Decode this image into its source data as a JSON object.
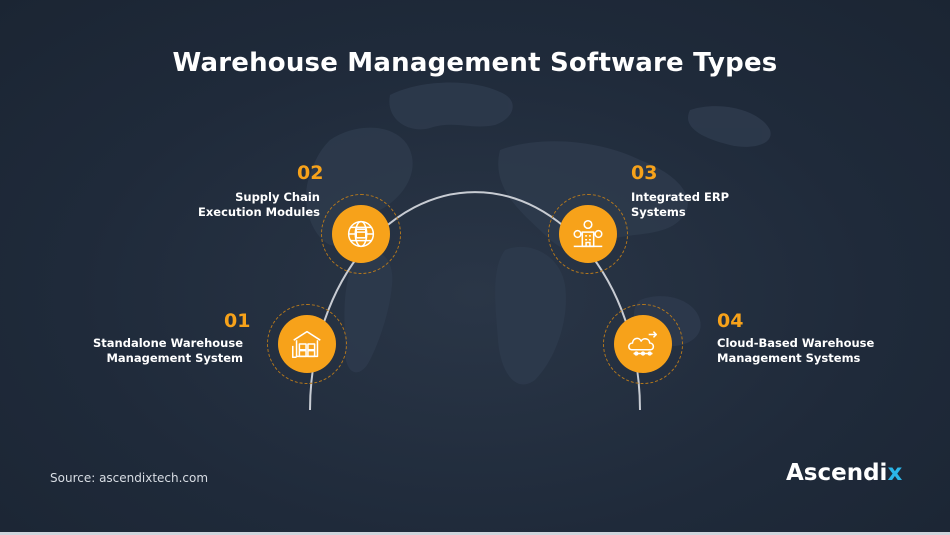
{
  "title": "Warehouse Management Software Types",
  "items": [
    {
      "number": "01",
      "line1": "Standalone Warehouse",
      "line2": "Management System",
      "icon": "warehouse-icon"
    },
    {
      "number": "02",
      "line1": "Supply Chain",
      "line2": "Execution Modules",
      "icon": "globe-icon"
    },
    {
      "number": "03",
      "line1": "Integrated ERP",
      "line2": "Systems",
      "icon": "erp-building-icon"
    },
    {
      "number": "04",
      "line1": "Cloud-Based Warehouse",
      "line2": "Management Systems",
      "icon": "cloud-conveyor-icon"
    }
  ],
  "source": "Source: ascendixtech.com",
  "logo": {
    "text": "Ascendi",
    "accent": "x"
  },
  "colors": {
    "background": "#1f2a3a",
    "accent": "#f7a21a",
    "logo_accent": "#2bb5e8",
    "text": "#ffffff"
  }
}
